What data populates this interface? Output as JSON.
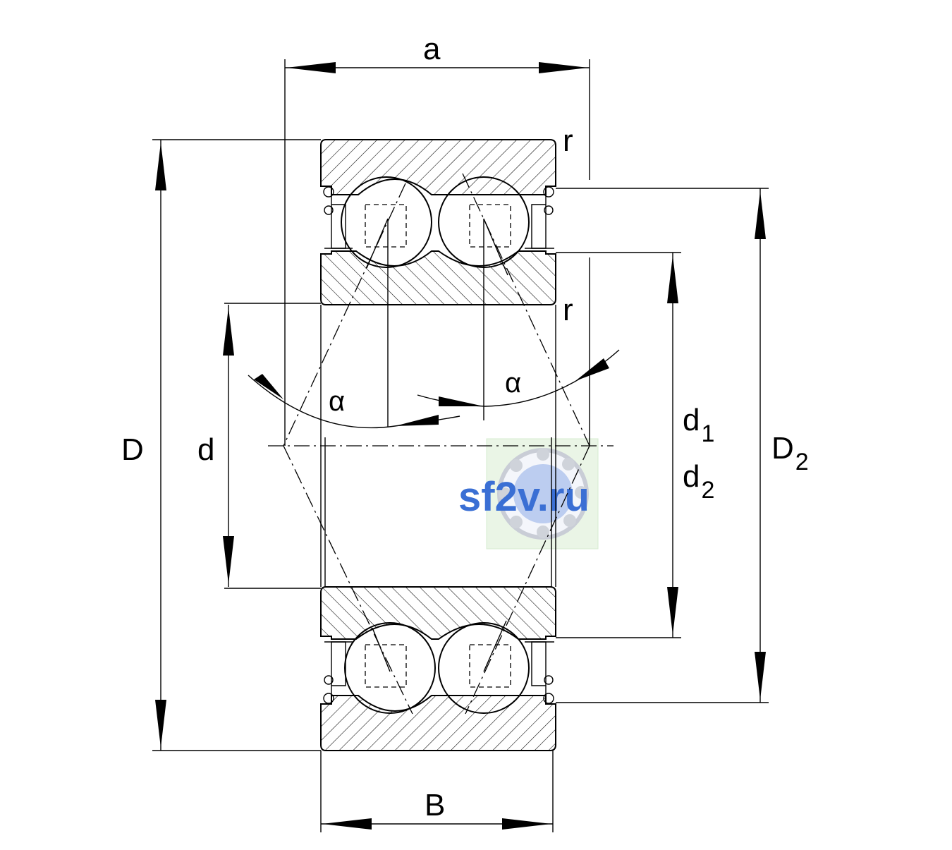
{
  "labels": {
    "a": "a",
    "r_top": "r",
    "r_mid": "r",
    "alpha_left": "α",
    "alpha_right": "α",
    "D": "D",
    "d": "d",
    "d1_main": "d",
    "d1_sub": "1",
    "d2_main": "d",
    "d2_sub": "2",
    "D2_main": "D",
    "D2_sub": "2",
    "B": "B"
  },
  "watermark": {
    "text": "sf2v.ru",
    "color": "#3a6fd4"
  }
}
